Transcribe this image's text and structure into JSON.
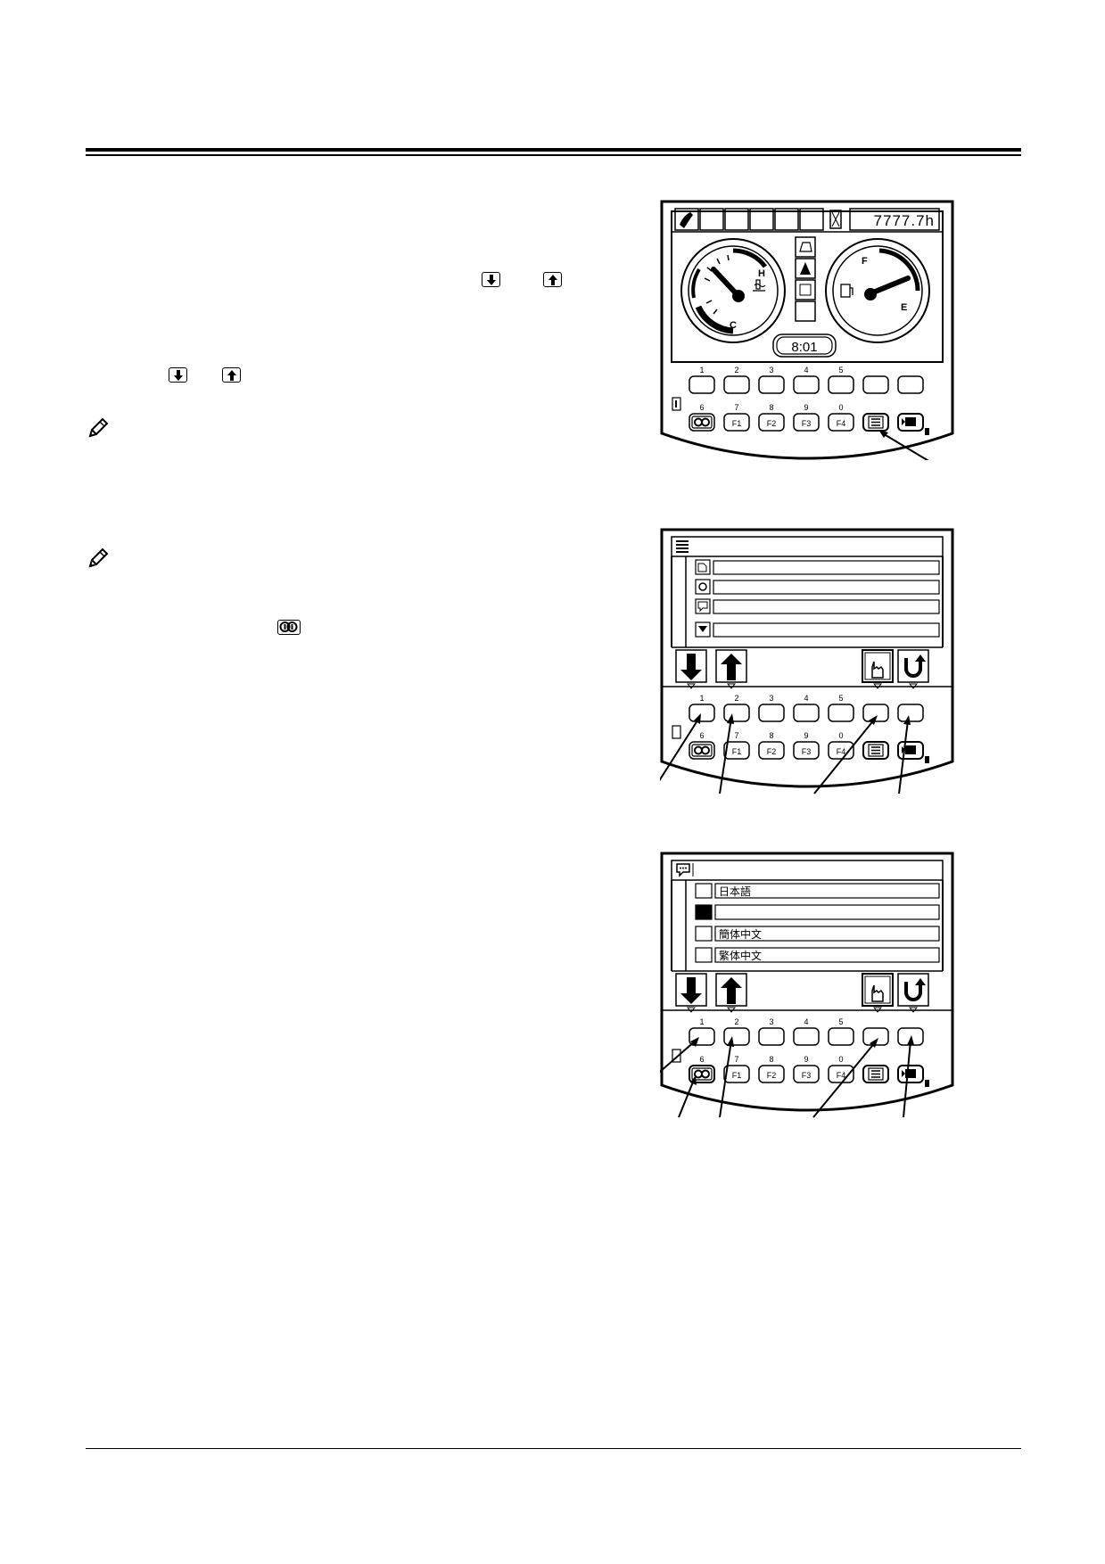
{
  "panel1": {
    "hour_meter": "7777.7h",
    "clock": "8:01",
    "gauge_left": {
      "hot_label": "H",
      "cold_label": "C"
    },
    "gauge_right": {
      "full_label": "F",
      "empty_label": "E"
    },
    "key_numbers_top": [
      "1",
      "2",
      "3",
      "4",
      "5"
    ],
    "key_numbers_bottom": [
      "6",
      "7",
      "8",
      "9",
      "0"
    ],
    "fkeys": [
      "F1",
      "F2",
      "F3",
      "F4"
    ]
  },
  "panel2": {
    "key_numbers_top": [
      "1",
      "2",
      "3",
      "4",
      "5"
    ],
    "key_numbers_bottom": [
      "6",
      "7",
      "8",
      "9",
      "0"
    ],
    "fkeys": [
      "F1",
      "F2",
      "F3",
      "F4"
    ]
  },
  "panel3": {
    "languages": [
      "日本語",
      "",
      "簡体中文",
      "繁体中文"
    ],
    "key_numbers_top": [
      "1",
      "2",
      "3",
      "4",
      "5"
    ],
    "key_numbers_bottom": [
      "6",
      "7",
      "8",
      "9",
      "0"
    ],
    "fkeys": [
      "F1",
      "F2",
      "F3",
      "F4"
    ]
  },
  "icons": {
    "down_arrow": "down-arrow-icon",
    "up_arrow": "up-arrow-icon",
    "note": "pencil-note-icon",
    "display_mode": "display-mode-icon",
    "menu": "menu-icon",
    "enter": "hand-select-icon",
    "back": "return-icon"
  }
}
